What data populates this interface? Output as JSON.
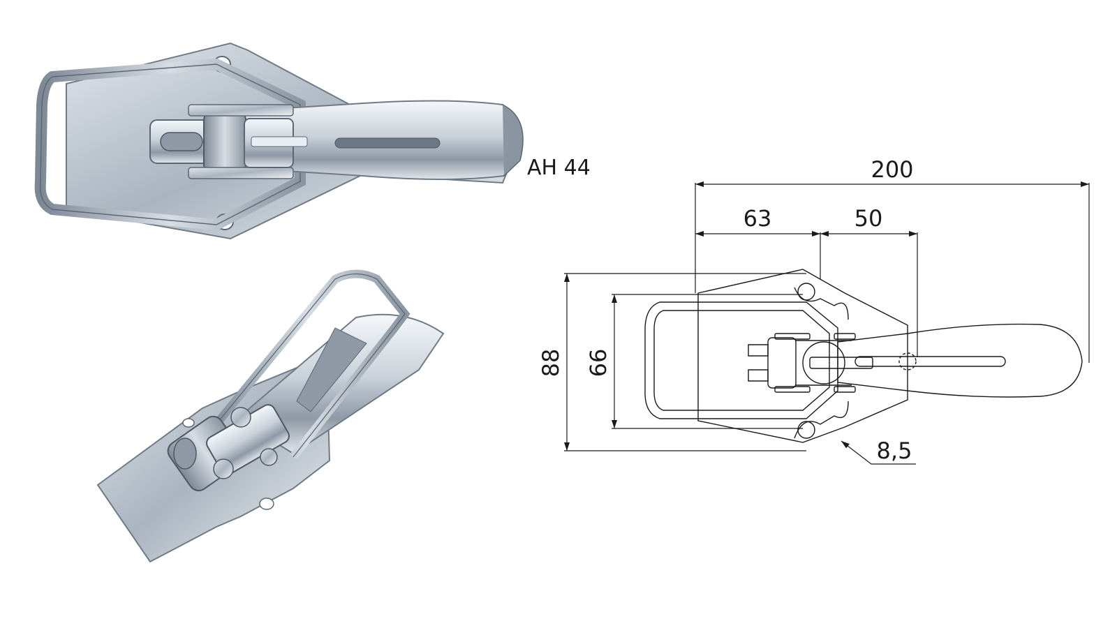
{
  "product": {
    "model": "AH 44"
  },
  "drawing": {
    "dimensions": {
      "overall_length": "200",
      "pivot_offset": "63",
      "slot_offset": "50",
      "overall_height": "88",
      "hole_spacing": "66",
      "hole_diameter": "8,5"
    }
  },
  "colors": {
    "line": "#1a1a1a",
    "metal_light": "#e6ebf0",
    "metal_mid": "#b7c0ca",
    "metal_dark": "#6f7a86"
  }
}
